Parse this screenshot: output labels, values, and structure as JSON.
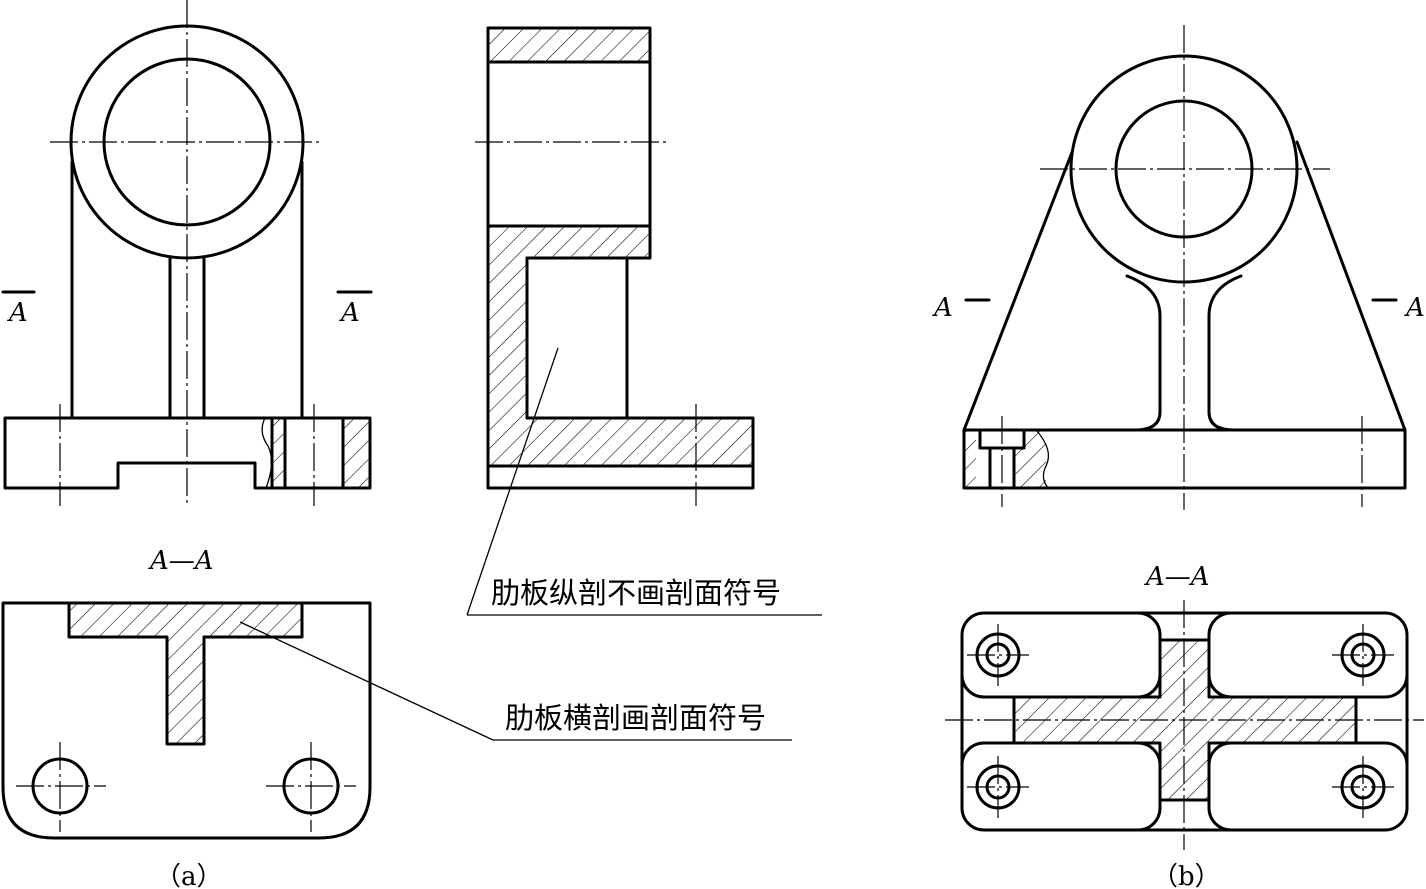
{
  "figure_a": {
    "section_mark_left": "A",
    "section_mark_right": "A",
    "section_title": "A—A",
    "caption": "（a）"
  },
  "figure_b": {
    "section_mark_left": "A",
    "section_mark_right": "A",
    "section_title": "A—A",
    "caption": "（b）"
  },
  "notes": {
    "longitudinal": "肋板纵剖不画剖面符号",
    "transverse": "肋板横剖画剖面符号"
  }
}
